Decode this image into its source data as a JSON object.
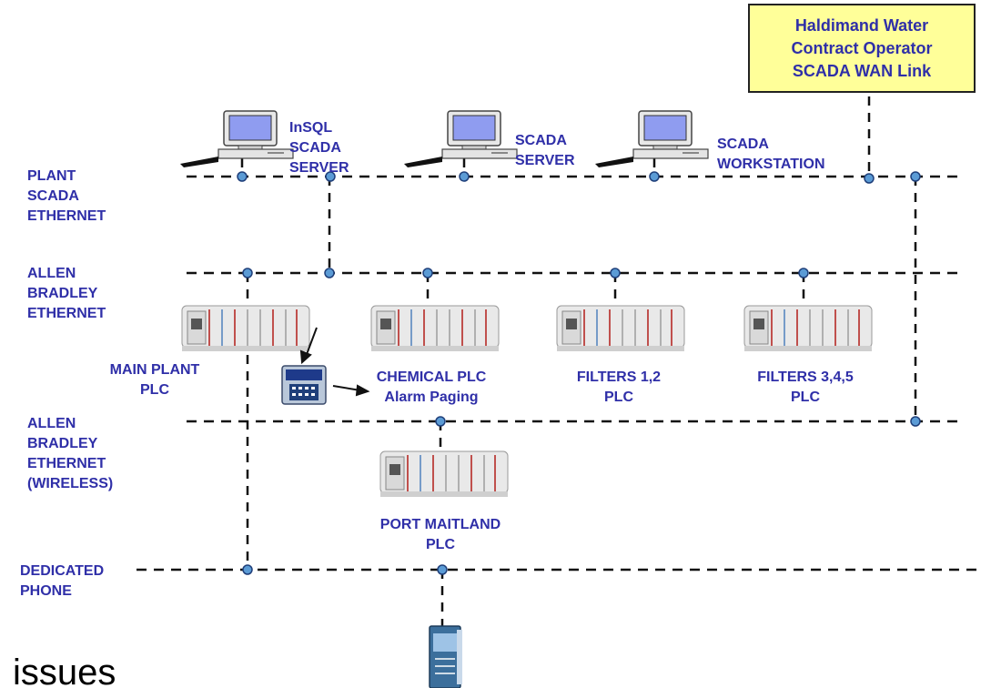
{
  "wan_box": "Haldimand Water\nContract Operator\nSCADA WAN Link",
  "networks": {
    "plant_scada": "PLANT\nSCADA\nETHERNET",
    "ab_ethernet": "ALLEN\nBRADLEY\nETHERNET",
    "ab_wireless": "ALLEN\nBRADLEY\nETHERNET\n(WIRELESS)",
    "dedicated_phone": "DEDICATED\nPHONE"
  },
  "computers": {
    "insql": "InSQL\nSCADA\nSERVER",
    "scada_server": "SCADA\nSERVER",
    "scada_workstation": "SCADA\nWORKSTATION"
  },
  "plcs": {
    "main_plant": "MAIN PLANT\nPLC",
    "chemical": "CHEMICAL PLC\nAlarm Paging",
    "filters_12": "FILTERS 1,2\nPLC",
    "filters_345": "FILTERS 3,4,5\nPLC",
    "port_maitland": "PORT MAITLAND\nPLC"
  },
  "footer_text": "issues",
  "colors": {
    "label_text": "#2f2fa8",
    "wan_box_fill": "#ffff99",
    "node_dot": "#5b9bd5",
    "screen": "#8f9cf0"
  },
  "icons": {
    "computer": "computer-icon",
    "plc_rack": "plc-rack-icon",
    "alarm_pager": "alarm-pager-icon",
    "modem": "modem-icon"
  }
}
